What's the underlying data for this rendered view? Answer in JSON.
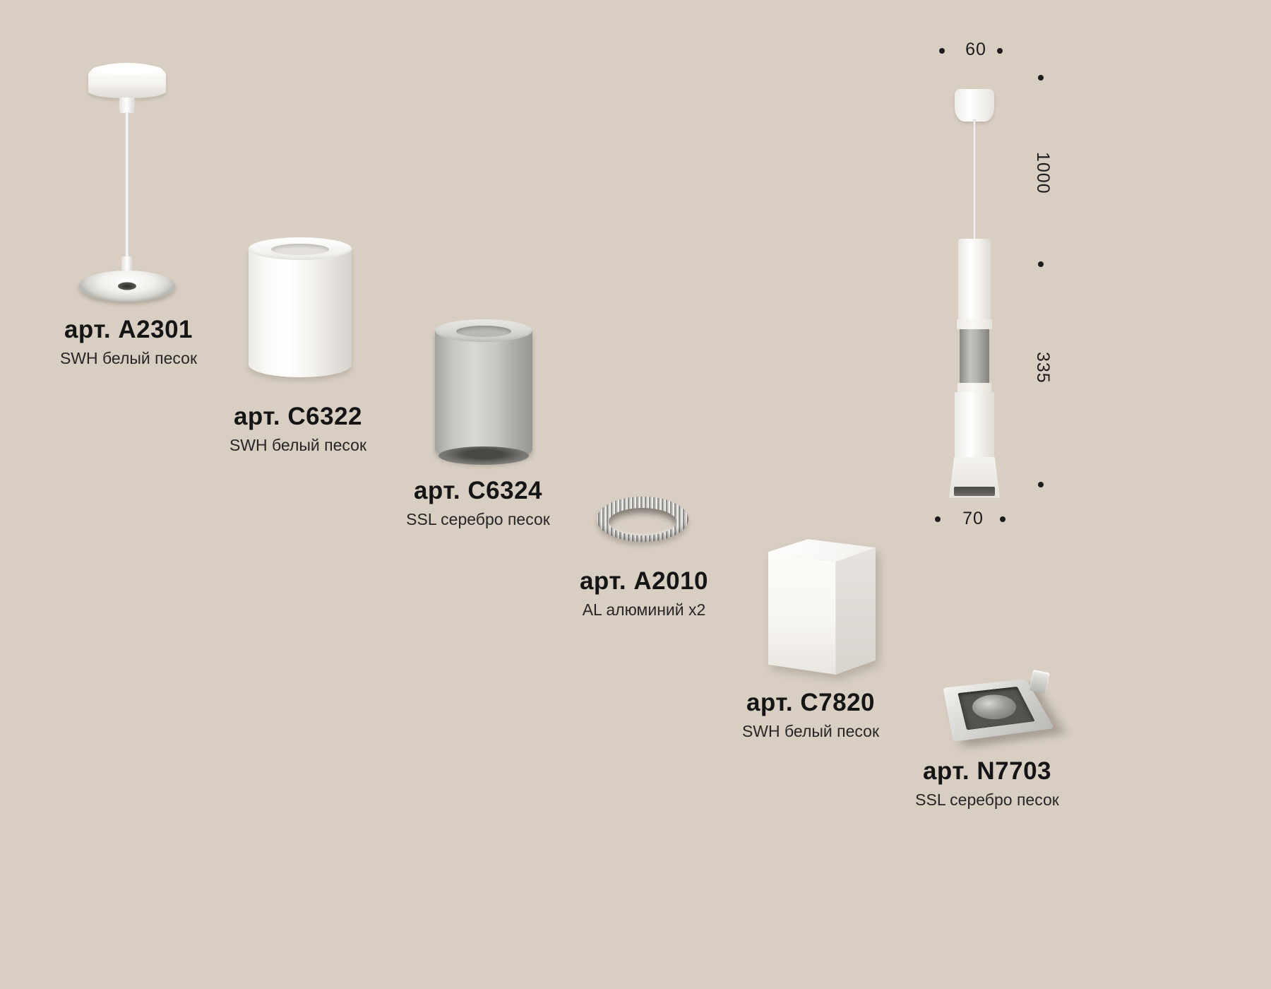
{
  "colors": {
    "background": "#d8cec2",
    "text": "#1a1a1a"
  },
  "products": [
    {
      "article": "арт. A2301",
      "desc": "SWH белый песок"
    },
    {
      "article": "арт. C6322",
      "desc": "SWH белый песок"
    },
    {
      "article": "арт. C6324",
      "desc": "SSL серебро песок"
    },
    {
      "article": "арт. A2010",
      "desc": "AL алюминий x2"
    },
    {
      "article": "арт. C7820",
      "desc": "SWH белый песок"
    },
    {
      "article": "арт. N7703",
      "desc": "SSL серебро песок"
    }
  ],
  "dimensions": {
    "canopy_width": "60",
    "suspension_length": "1000",
    "body_length": "335",
    "head_width": "70"
  }
}
